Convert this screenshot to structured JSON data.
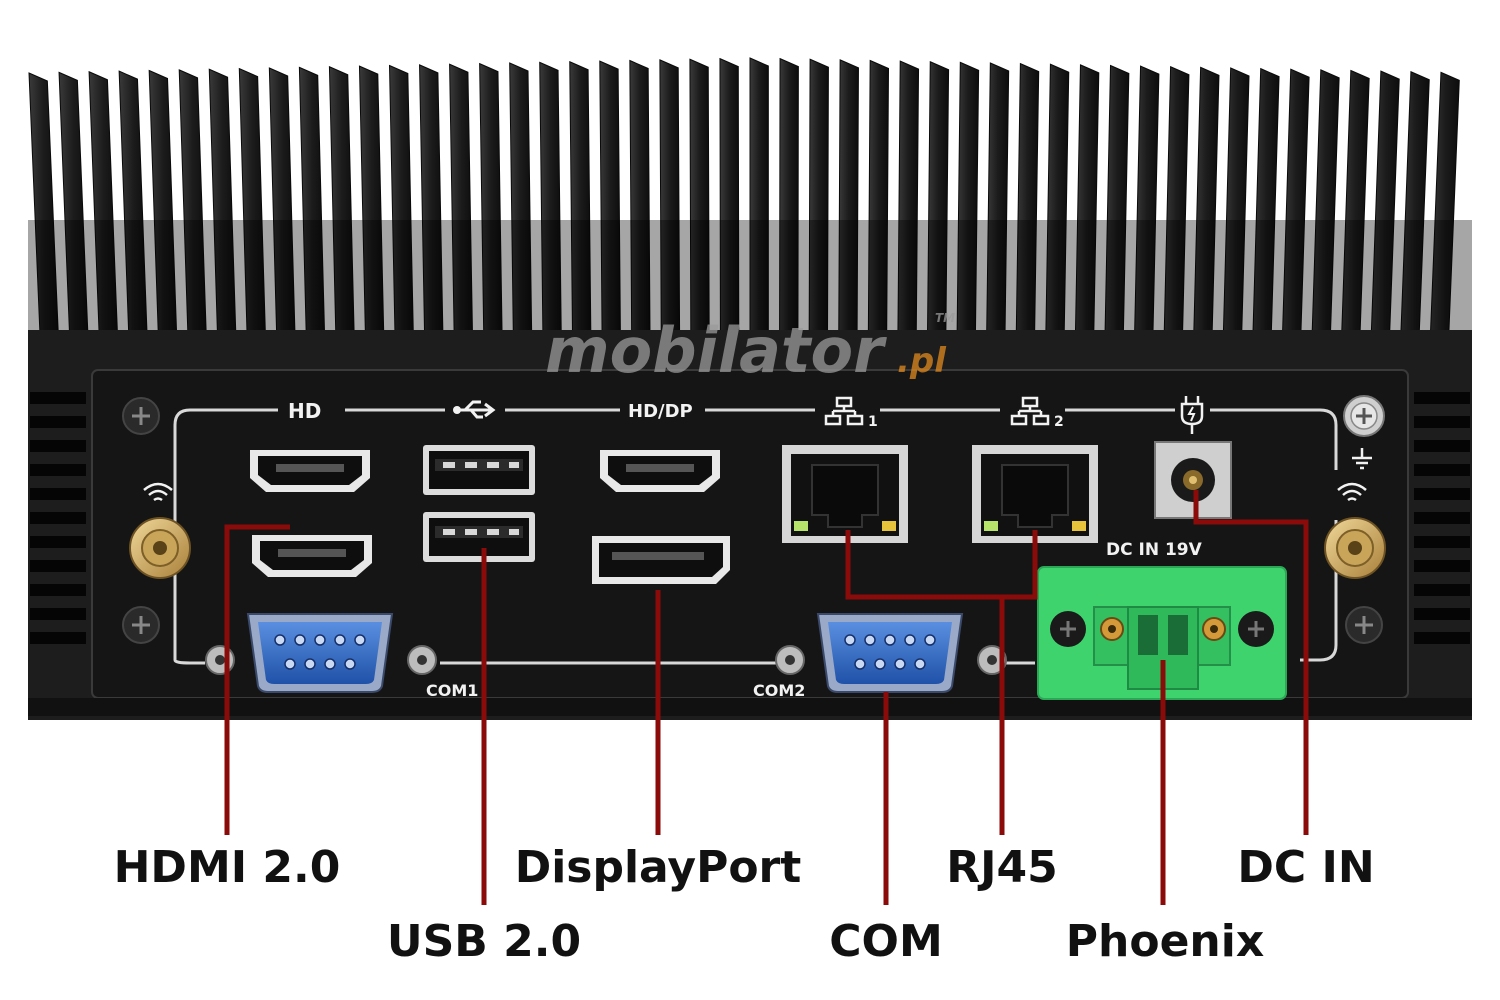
{
  "watermark": {
    "brand": "mobilator",
    "suffix": ".pl",
    "tm": "TM"
  },
  "panel_labels": {
    "hdmi_logo": "HD",
    "hd_dp": "HD/DP",
    "lan1_index": "1",
    "lan2_index": "2",
    "dc_in": "DC  IN  19V",
    "com1": "COM1",
    "com2": "COM2"
  },
  "callouts": {
    "hdmi": "HDMI 2.0",
    "usb": "USB 2.0",
    "displayport": "DisplayPort",
    "com": "COM",
    "rj45": "RJ45",
    "phoenix": "Phoenix",
    "dc_in": "DC IN"
  },
  "colors": {
    "chassis": "#1b1b1b",
    "fin": "#2a2a2a",
    "panel": "#161616",
    "leader_line": "#8b0a0a",
    "serial_port": "#2f6ec9",
    "phoenix_block": "#3fd36e",
    "antenna_gold": "#d7b46a",
    "watermark_gray": "#9a9a9a",
    "watermark_orange": "#e08a1e"
  },
  "icons": {
    "usb": "usb-icon",
    "network": "network-icon",
    "power": "power-plug-icon",
    "wifi": "wifi-icon",
    "ground": "ground-icon",
    "screw": "screw-icon"
  }
}
